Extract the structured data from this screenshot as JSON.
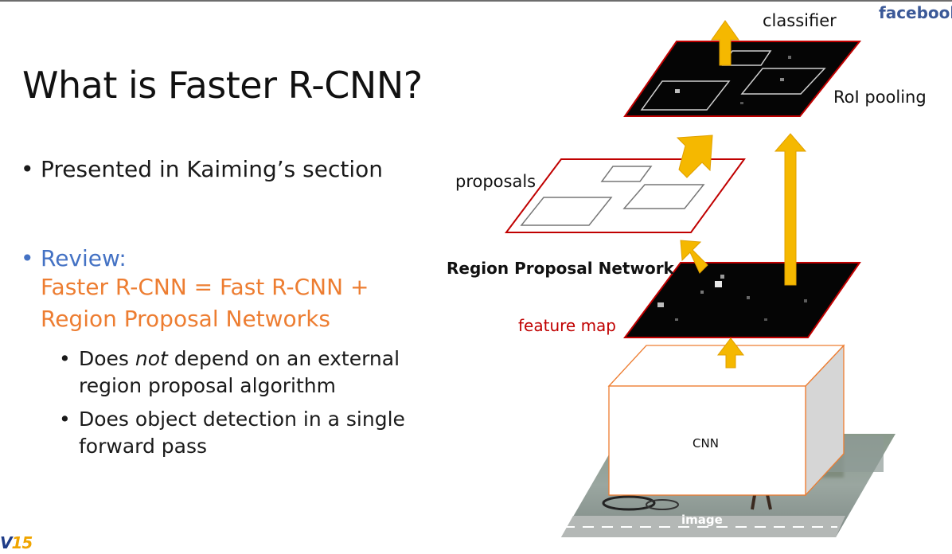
{
  "slide": {
    "title": "What is Faster R-CNN?",
    "bullet_1": "Presented in Kaiming’s section",
    "bullet_2_head": "Review:",
    "bullet_2_line1": "Faster R-CNN = Fast R-CNN +",
    "bullet_2_line2": "Region Proposal Networks",
    "sub_1_pre": "Does ",
    "sub_1_em": "not",
    "sub_1_post": " depend on an external region proposal algorithm",
    "sub_2": "Does object detection in a single forward pass",
    "bullet_char": "•"
  },
  "branding": {
    "facebook": "facebook",
    "conf_logo_a": "V",
    "conf_logo_b": "15"
  },
  "diagram": {
    "classifier": "classifier",
    "roi_pooling": "RoI pooling",
    "proposals": "proposals",
    "rpn": "Region Proposal Network",
    "feature_map": "feature map",
    "cnn": "CNN",
    "image": "image"
  },
  "colors": {
    "arrow": "#f5b800",
    "arrow_stroke": "#e0a000",
    "plane_border": "#c00000",
    "cnn_border": "#ed7d31",
    "review_blue": "#4472c4",
    "review_orange": "#ed7d31"
  }
}
